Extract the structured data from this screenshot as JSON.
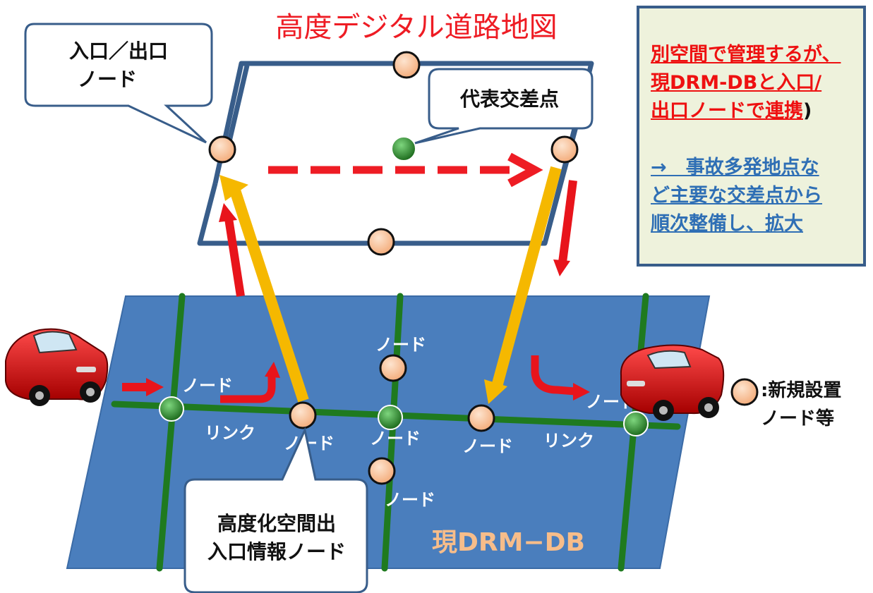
{
  "title": "高度デジタル道路地図",
  "base_map_label": "現DRM−DB",
  "callouts": {
    "entry_exit_node": [
      "入口／出口",
      "ノード"
    ],
    "representative_intersection": "代表交差点",
    "advanced_space_node": [
      "高度化空間出",
      "入口情報ノード"
    ]
  },
  "labels": {
    "node": "ノード",
    "link": "リンク"
  },
  "info_box": {
    "line_red_1": "別空間で管理するが、",
    "line_red_2": "現DRM-DBと入口/",
    "line_red_3": "出口ノードで連携",
    "line_red_suffix": ")",
    "line_blue_1": "→　事故多発地点な",
    "line_blue_2": "ど主要な交差点から",
    "line_blue_3": "順次整備し、拡大"
  },
  "legend": {
    "line1": ":新規設置",
    "line2": "ノード等"
  },
  "colors": {
    "base_map_fill": "#4a7ebd",
    "base_map_label": "#f7bd8a",
    "road": "#1f7a1f",
    "new_node": "#f9c49b",
    "existing_node": "#2e8b2e",
    "upper_frame": "#385d8a",
    "arrow_yellow": "#f5b800",
    "arrow_red": "#e8141b",
    "title_red": "#ee1c24"
  }
}
